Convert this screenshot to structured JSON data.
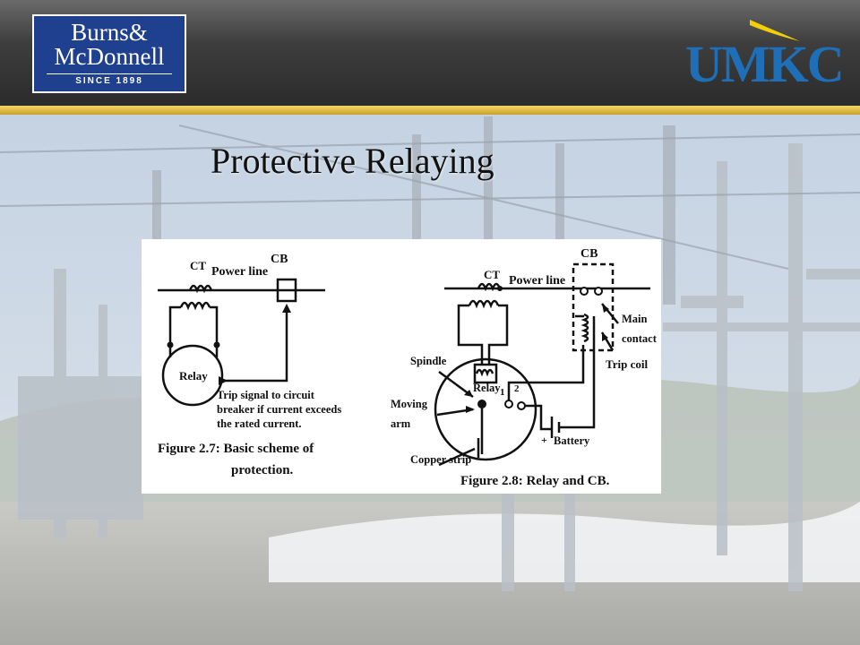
{
  "slide": {
    "title": "Protective Relaying"
  },
  "logos": {
    "left": {
      "line1": "Burns&",
      "line2": "McDonnell",
      "line3": "SINCE 1898"
    },
    "right": {
      "text": "UMKC"
    }
  },
  "figure_left": {
    "ct": "CT",
    "power_line": "Power line",
    "cb": "CB",
    "relay": "Relay",
    "trip_text_1": "Trip signal to circuit",
    "trip_text_2": "breaker if current exceeds",
    "trip_text_3": "the rated current.",
    "caption_1": "Figure 2.7: Basic scheme of",
    "caption_2": "protection."
  },
  "figure_right": {
    "ct": "CT",
    "power_line": "Power line",
    "cb": "CB",
    "main_1": "Main",
    "main_2": "contact",
    "trip_coil": "Trip coil",
    "spindle": "Spindle",
    "relay": "Relay",
    "one": "1",
    "two": "2",
    "moving_1": "Moving",
    "moving_2": "arm",
    "copper": "Copper strip",
    "battery": "Battery",
    "plus": "+",
    "caption": "Figure 2.8: Relay and CB."
  },
  "colors": {
    "header_dark": "#2b2b2b",
    "stripe_gold": "#d9b43a",
    "bm_blue": "#1f3f8f",
    "umkc_blue": "#1f6fb8",
    "umkc_gold": "#f5d000"
  }
}
